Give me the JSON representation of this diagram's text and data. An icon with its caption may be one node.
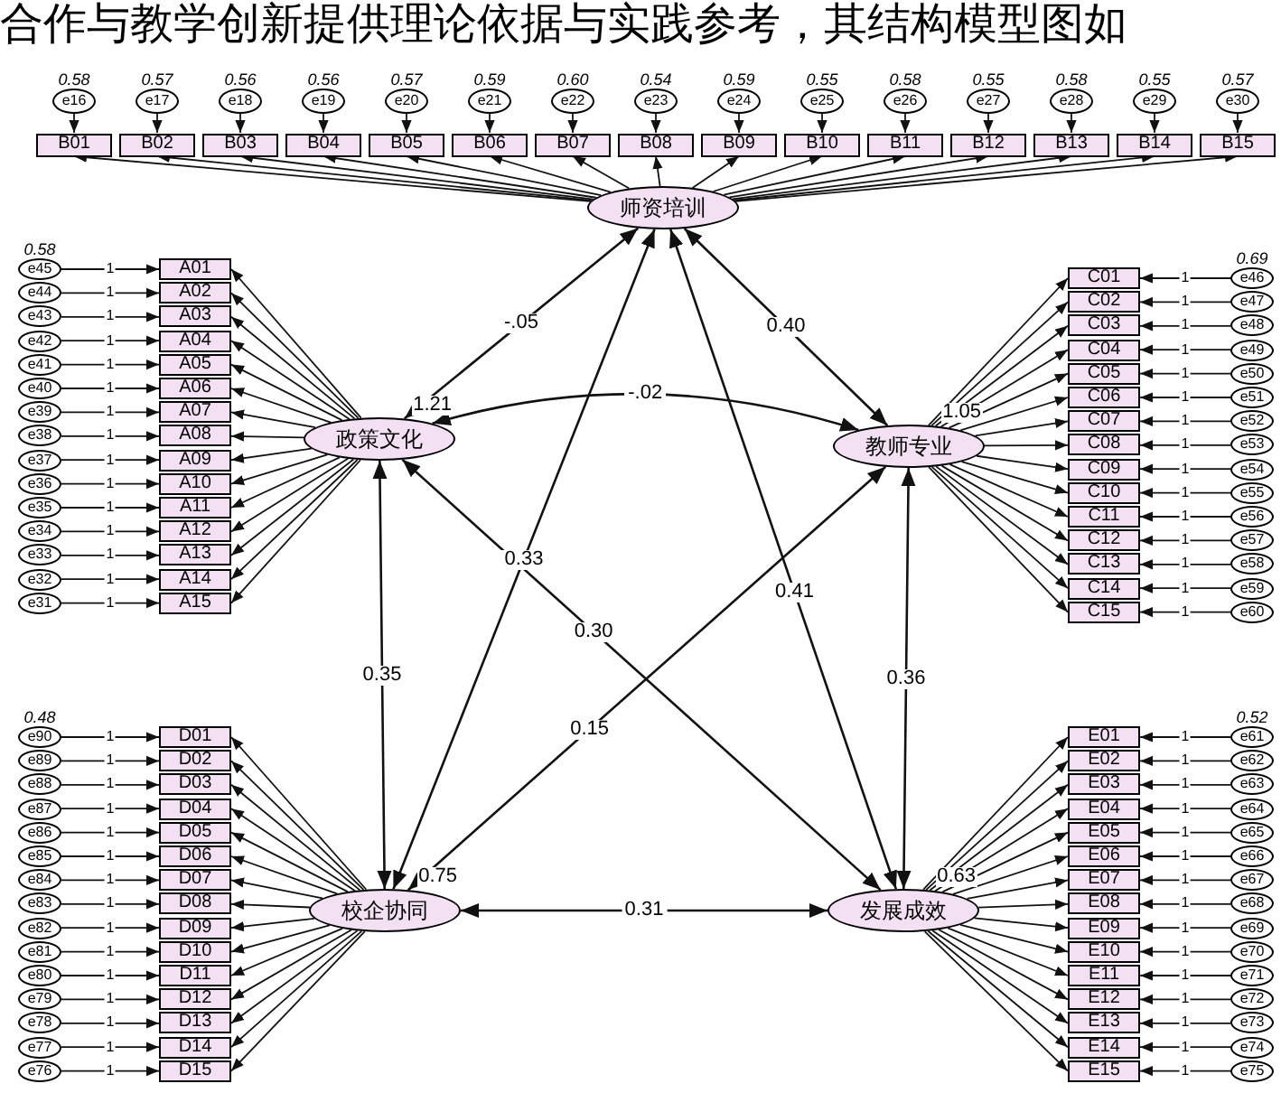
{
  "diagram": {
    "nodes": [
      {
        "text": [
          "师资培训"
        ]
      },
      {
        "text": [
          "政策文化"
        ],
        "beside": [
          "1.21"
        ]
      },
      {
        "text": [
          "教师专业"
        ],
        "beside": [
          "1.05"
        ]
      },
      {
        "text": [
          "校企协同"
        ],
        "beside": [
          "0.75"
        ]
      },
      {
        "text": [
          "发展成效"
        ],
        "beside": [
          "0.63"
        ]
      },
      {
        "text": [
          "B01"
        ]
      },
      {
        "text": [
          "B02"
        ]
      },
      {
        "text": [
          "B03"
        ]
      },
      {
        "text": [
          "B04"
        ]
      },
      {
        "text": [
          "B05"
        ]
      },
      {
        "text": [
          "B06"
        ]
      },
      {
        "text": [
          "B07"
        ]
      },
      {
        "text": [
          "B08"
        ]
      },
      {
        "text": [
          "B09"
        ]
      },
      {
        "text": [
          "B10"
        ]
      },
      {
        "text": [
          "B11"
        ]
      },
      {
        "text": [
          "B12"
        ]
      },
      {
        "text": [
          "B13"
        ]
      },
      {
        "text": [
          "B14"
        ]
      },
      {
        "text": [
          "B15"
        ]
      },
      {
        "text": [
          "e16"
        ],
        "beside": [
          "0.58"
        ]
      },
      {
        "text": [
          "e17"
        ],
        "beside": [
          "0.57"
        ]
      },
      {
        "text": [
          "e18"
        ],
        "beside": [
          "0.56"
        ]
      },
      {
        "text": [
          "e19"
        ],
        "beside": [
          "0.56"
        ]
      },
      {
        "text": [
          "e20"
        ],
        "beside": [
          "0.57"
        ]
      },
      {
        "text": [
          "e21"
        ],
        "beside": [
          "0.59"
        ]
      },
      {
        "text": [
          "e22"
        ],
        "beside": [
          "0.60"
        ]
      },
      {
        "text": [
          "e23"
        ],
        "beside": [
          "0.54"
        ]
      },
      {
        "text": [
          "e24"
        ],
        "beside": [
          "0.59"
        ]
      },
      {
        "text": [
          "e25"
        ],
        "beside": [
          "0.55"
        ]
      },
      {
        "text": [
          "e26"
        ],
        "beside": [
          "0.58"
        ]
      },
      {
        "text": [
          "e27"
        ],
        "beside": [
          "0.55"
        ]
      },
      {
        "text": [
          "e28"
        ],
        "beside": [
          "0.58"
        ]
      },
      {
        "text": [
          "e29"
        ],
        "beside": [
          "0.55"
        ]
      },
      {
        "text": [
          "e30"
        ],
        "beside": [
          "0.57"
        ]
      },
      {
        "text": [
          "A01"
        ]
      },
      {
        "text": [
          "A02"
        ]
      },
      {
        "text": [
          "A03"
        ]
      },
      {
        "text": [
          "A04"
        ]
      },
      {
        "text": [
          "A05"
        ]
      },
      {
        "text": [
          "A06"
        ]
      },
      {
        "text": [
          "A07"
        ]
      },
      {
        "text": [
          "A08"
        ]
      },
      {
        "text": [
          "A09"
        ]
      },
      {
        "text": [
          "A10"
        ]
      },
      {
        "text": [
          "A11"
        ]
      },
      {
        "text": [
          "A12"
        ]
      },
      {
        "text": [
          "A13"
        ]
      },
      {
        "text": [
          "A14"
        ]
      },
      {
        "text": [
          "A15"
        ]
      },
      {
        "text": [
          "e45"
        ],
        "beside": [
          "0.58"
        ]
      },
      {
        "text": [
          "e44"
        ]
      },
      {
        "text": [
          "e43"
        ]
      },
      {
        "text": [
          "e42"
        ]
      },
      {
        "text": [
          "e41"
        ]
      },
      {
        "text": [
          "e40"
        ]
      },
      {
        "text": [
          "e39"
        ]
      },
      {
        "text": [
          "e38"
        ]
      },
      {
        "text": [
          "e37"
        ]
      },
      {
        "text": [
          "e36"
        ]
      },
      {
        "text": [
          "e35"
        ]
      },
      {
        "text": [
          "e34"
        ]
      },
      {
        "text": [
          "e33"
        ]
      },
      {
        "text": [
          "e32"
        ]
      },
      {
        "text": [
          "e31"
        ]
      },
      {
        "text": [
          "C01"
        ]
      },
      {
        "text": [
          "C02"
        ]
      },
      {
        "text": [
          "C03"
        ]
      },
      {
        "text": [
          "C04"
        ]
      },
      {
        "text": [
          "C05"
        ]
      },
      {
        "text": [
          "C06"
        ]
      },
      {
        "text": [
          "C07"
        ]
      },
      {
        "text": [
          "C08"
        ]
      },
      {
        "text": [
          "C09"
        ]
      },
      {
        "text": [
          "C10"
        ]
      },
      {
        "text": [
          "C11"
        ]
      },
      {
        "text": [
          "C12"
        ]
      },
      {
        "text": [
          "C13"
        ]
      },
      {
        "text": [
          "C14"
        ]
      },
      {
        "text": [
          "C15"
        ]
      },
      {
        "text": [
          "e46"
        ],
        "beside": [
          "0.69"
        ]
      },
      {
        "text": [
          "e47"
        ]
      },
      {
        "text": [
          "e48"
        ]
      },
      {
        "text": [
          "e49"
        ]
      },
      {
        "text": [
          "e50"
        ]
      },
      {
        "text": [
          "e51"
        ]
      },
      {
        "text": [
          "e52"
        ]
      },
      {
        "text": [
          "e53"
        ]
      },
      {
        "text": [
          "e54"
        ]
      },
      {
        "text": [
          "e55"
        ]
      },
      {
        "text": [
          "e56"
        ]
      },
      {
        "text": [
          "e57"
        ]
      },
      {
        "text": [
          "e58"
        ]
      },
      {
        "text": [
          "e59"
        ]
      },
      {
        "text": [
          "e60"
        ]
      },
      {
        "text": [
          "D01"
        ]
      },
      {
        "text": [
          "D02"
        ]
      },
      {
        "text": [
          "D03"
        ]
      },
      {
        "text": [
          "D04"
        ]
      },
      {
        "text": [
          "D05"
        ]
      },
      {
        "text": [
          "D06"
        ]
      },
      {
        "text": [
          "D07"
        ]
      },
      {
        "text": [
          "D08"
        ]
      },
      {
        "text": [
          "D09"
        ]
      },
      {
        "text": [
          "D10"
        ]
      },
      {
        "text": [
          "D11"
        ]
      },
      {
        "text": [
          "D12"
        ]
      },
      {
        "text": [
          "D13"
        ]
      },
      {
        "text": [
          "D14"
        ]
      },
      {
        "text": [
          "D15"
        ]
      },
      {
        "text": [
          "e90"
        ],
        "beside": [
          "0.48"
        ]
      },
      {
        "text": [
          "e89"
        ]
      },
      {
        "text": [
          "e88"
        ]
      },
      {
        "text": [
          "e87"
        ]
      },
      {
        "text": [
          "e86"
        ]
      },
      {
        "text": [
          "e85"
        ]
      },
      {
        "text": [
          "e84"
        ]
      },
      {
        "text": [
          "e83"
        ]
      },
      {
        "text": [
          "e82"
        ]
      },
      {
        "text": [
          "e81"
        ]
      },
      {
        "text": [
          "e80"
        ]
      },
      {
        "text": [
          "e79"
        ]
      },
      {
        "text": [
          "e78"
        ]
      },
      {
        "text": [
          "e77"
        ]
      },
      {
        "text": [
          "e76"
        ]
      },
      {
        "text": [
          "E01"
        ]
      },
      {
        "text": [
          "E02"
        ]
      },
      {
        "text": [
          "E03"
        ]
      },
      {
        "text": [
          "E04"
        ]
      },
      {
        "text": [
          "E05"
        ]
      },
      {
        "text": [
          "E06"
        ]
      },
      {
        "text": [
          "E07"
        ]
      },
      {
        "text": [
          "E08"
        ]
      },
      {
        "text": [
          "E09"
        ]
      },
      {
        "text": [
          "E10"
        ]
      },
      {
        "text": [
          "E11"
        ]
      },
      {
        "text": [
          "E12"
        ]
      },
      {
        "text": [
          "E13"
        ]
      },
      {
        "text": [
          "E14"
        ]
      },
      {
        "text": [
          "E15"
        ]
      },
      {
        "text": [
          "e61"
        ],
        "beside": [
          "0.52"
        ]
      },
      {
        "text": [
          "e62"
        ]
      },
      {
        "text": [
          "e63"
        ]
      },
      {
        "text": [
          "e64"
        ]
      },
      {
        "text": [
          "e65"
        ]
      },
      {
        "text": [
          "e66"
        ]
      },
      {
        "text": [
          "e67"
        ]
      },
      {
        "text": [
          "e68"
        ]
      },
      {
        "text": [
          "e69"
        ]
      },
      {
        "text": [
          "e70"
        ]
      },
      {
        "text": [
          "e71"
        ]
      },
      {
        "text": [
          "e72"
        ]
      },
      {
        "text": [
          "e73"
        ]
      },
      {
        "text": [
          "e74"
        ]
      },
      {
        "text": [
          "e75"
        ]
      }
    ],
    "edges": [
      {
        "from": 0,
        "to": 1,
        "arrow": "both",
        "label": "-.05"
      },
      {
        "from": 0,
        "to": 2,
        "arrow": "both",
        "label": "0.40"
      },
      {
        "from": 0,
        "to": 3,
        "arrow": "both",
        "label": "0.33"
      },
      {
        "from": 0,
        "to": 4,
        "arrow": "both",
        "label": "0.41"
      },
      {
        "from": 1,
        "to": 2,
        "arrow": "both",
        "label": "-.02"
      },
      {
        "from": 1,
        "to": 3,
        "arrow": "both",
        "label": "0.35"
      },
      {
        "from": 1,
        "to": 4,
        "arrow": "both",
        "label": "0.30"
      },
      {
        "from": 2,
        "to": 3,
        "arrow": "both",
        "label": "0.15"
      },
      {
        "from": 2,
        "to": 4,
        "arrow": "both",
        "label": "0.36"
      },
      {
        "from": 3,
        "to": 4,
        "arrow": "both",
        "label": "0.31"
      },
      {
        "from": 0,
        "to": 5,
        "arrow": "to"
      },
      {
        "from": 0,
        "to": 6,
        "arrow": "to"
      },
      {
        "from": 0,
        "to": 7,
        "arrow": "to"
      },
      {
        "from": 0,
        "to": 8,
        "arrow": "to"
      },
      {
        "from": 0,
        "to": 9,
        "arrow": "to"
      },
      {
        "from": 0,
        "to": 10,
        "arrow": "to"
      },
      {
        "from": 0,
        "to": 11,
        "arrow": "to"
      },
      {
        "from": 0,
        "to": 12,
        "arrow": "to"
      },
      {
        "from": 0,
        "to": 13,
        "arrow": "to"
      },
      {
        "from": 0,
        "to": 14,
        "arrow": "to"
      },
      {
        "from": 0,
        "to": 15,
        "arrow": "to"
      },
      {
        "from": 0,
        "to": 16,
        "arrow": "to"
      },
      {
        "from": 0,
        "to": 17,
        "arrow": "to"
      },
      {
        "from": 0,
        "to": 18,
        "arrow": "to"
      },
      {
        "from": 0,
        "to": 19,
        "arrow": "to"
      },
      {
        "from": 1,
        "to": 35,
        "arrow": "to"
      },
      {
        "from": 1,
        "to": 36,
        "arrow": "to"
      },
      {
        "from": 1,
        "to": 37,
        "arrow": "to"
      },
      {
        "from": 1,
        "to": 38,
        "arrow": "to"
      },
      {
        "from": 1,
        "to": 39,
        "arrow": "to"
      },
      {
        "from": 1,
        "to": 40,
        "arrow": "to"
      },
      {
        "from": 1,
        "to": 41,
        "arrow": "to"
      },
      {
        "from": 1,
        "to": 42,
        "arrow": "to"
      },
      {
        "from": 1,
        "to": 43,
        "arrow": "to"
      },
      {
        "from": 1,
        "to": 44,
        "arrow": "to"
      },
      {
        "from": 1,
        "to": 45,
        "arrow": "to"
      },
      {
        "from": 1,
        "to": 46,
        "arrow": "to"
      },
      {
        "from": 1,
        "to": 47,
        "arrow": "to"
      },
      {
        "from": 1,
        "to": 48,
        "arrow": "to"
      },
      {
        "from": 1,
        "to": 49,
        "arrow": "to"
      },
      {
        "from": 2,
        "to": 65,
        "arrow": "to"
      },
      {
        "from": 2,
        "to": 66,
        "arrow": "to"
      },
      {
        "from": 2,
        "to": 67,
        "arrow": "to"
      },
      {
        "from": 2,
        "to": 68,
        "arrow": "to"
      },
      {
        "from": 2,
        "to": 69,
        "arrow": "to"
      },
      {
        "from": 2,
        "to": 70,
        "arrow": "to"
      },
      {
        "from": 2,
        "to": 71,
        "arrow": "to"
      },
      {
        "from": 2,
        "to": 72,
        "arrow": "to"
      },
      {
        "from": 2,
        "to": 73,
        "arrow": "to"
      },
      {
        "from": 2,
        "to": 74,
        "arrow": "to"
      },
      {
        "from": 2,
        "to": 75,
        "arrow": "to"
      },
      {
        "from": 2,
        "to": 76,
        "arrow": "to"
      },
      {
        "from": 2,
        "to": 77,
        "arrow": "to"
      },
      {
        "from": 2,
        "to": 78,
        "arrow": "to"
      },
      {
        "from": 2,
        "to": 79,
        "arrow": "to"
      },
      {
        "from": 3,
        "to": 95,
        "arrow": "to"
      },
      {
        "from": 3,
        "to": 96,
        "arrow": "to"
      },
      {
        "from": 3,
        "to": 97,
        "arrow": "to"
      },
      {
        "from": 3,
        "to": 98,
        "arrow": "to"
      },
      {
        "from": 3,
        "to": 99,
        "arrow": "to"
      },
      {
        "from": 3,
        "to": 100,
        "arrow": "to"
      },
      {
        "from": 3,
        "to": 101,
        "arrow": "to"
      },
      {
        "from": 3,
        "to": 102,
        "arrow": "to"
      },
      {
        "from": 3,
        "to": 103,
        "arrow": "to"
      },
      {
        "from": 3,
        "to": 104,
        "arrow": "to"
      },
      {
        "from": 3,
        "to": 105,
        "arrow": "to"
      },
      {
        "from": 3,
        "to": 106,
        "arrow": "to"
      },
      {
        "from": 3,
        "to": 107,
        "arrow": "to"
      },
      {
        "from": 3,
        "to": 108,
        "arrow": "to"
      },
      {
        "from": 3,
        "to": 109,
        "arrow": "to"
      },
      {
        "from": 4,
        "to": 125,
        "arrow": "to"
      },
      {
        "from": 4,
        "to": 126,
        "arrow": "to"
      },
      {
        "from": 4,
        "to": 127,
        "arrow": "to"
      },
      {
        "from": 4,
        "to": 128,
        "arrow": "to"
      },
      {
        "from": 4,
        "to": 129,
        "arrow": "to"
      },
      {
        "from": 4,
        "to": 130,
        "arrow": "to"
      },
      {
        "from": 4,
        "to": 131,
        "arrow": "to"
      },
      {
        "from": 4,
        "to": 132,
        "arrow": "to"
      },
      {
        "from": 4,
        "to": 133,
        "arrow": "to"
      },
      {
        "from": 4,
        "to": 134,
        "arrow": "to"
      },
      {
        "from": 4,
        "to": 135,
        "arrow": "to"
      },
      {
        "from": 4,
        "to": 136,
        "arrow": "to"
      },
      {
        "from": 4,
        "to": 137,
        "arrow": "to"
      },
      {
        "from": 4,
        "to": 138,
        "arrow": "to"
      },
      {
        "from": 4,
        "to": 139,
        "arrow": "to"
      },
      {
        "from": 20,
        "to": 5,
        "arrow": "to"
      },
      {
        "from": 21,
        "to": 6,
        "arrow": "to"
      },
      {
        "from": 22,
        "to": 7,
        "arrow": "to"
      },
      {
        "from": 23,
        "to": 8,
        "arrow": "to"
      },
      {
        "from": 24,
        "to": 9,
        "arrow": "to"
      },
      {
        "from": 25,
        "to": 10,
        "arrow": "to"
      },
      {
        "from": 26,
        "to": 11,
        "arrow": "to"
      },
      {
        "from": 27,
        "to": 12,
        "arrow": "to"
      },
      {
        "from": 28,
        "to": 13,
        "arrow": "to"
      },
      {
        "from": 29,
        "to": 14,
        "arrow": "to"
      },
      {
        "from": 30,
        "to": 15,
        "arrow": "to"
      },
      {
        "from": 31,
        "to": 16,
        "arrow": "to"
      },
      {
        "from": 32,
        "to": 17,
        "arrow": "to"
      },
      {
        "from": 33,
        "to": 18,
        "arrow": "to"
      },
      {
        "from": 34,
        "to": 19,
        "arrow": "to"
      },
      {
        "from": 50,
        "to": 35,
        "arrow": "to",
        "label": "1"
      },
      {
        "from": 51,
        "to": 36,
        "arrow": "to",
        "label": "1"
      },
      {
        "from": 52,
        "to": 37,
        "arrow": "to",
        "label": "1"
      },
      {
        "from": 53,
        "to": 38,
        "arrow": "to",
        "label": "1"
      },
      {
        "from": 54,
        "to": 39,
        "arrow": "to",
        "label": "1"
      },
      {
        "from": 55,
        "to": 40,
        "arrow": "to",
        "label": "1"
      },
      {
        "from": 56,
        "to": 41,
        "arrow": "to",
        "label": "1"
      },
      {
        "from": 57,
        "to": 42,
        "arrow": "to",
        "label": "1"
      },
      {
        "from": 58,
        "to": 43,
        "arrow": "to",
        "label": "1"
      },
      {
        "from": 59,
        "to": 44,
        "arrow": "to",
        "label": "1"
      },
      {
        "from": 60,
        "to": 45,
        "arrow": "to",
        "label": "1"
      },
      {
        "from": 61,
        "to": 46,
        "arrow": "to",
        "label": "1"
      },
      {
        "from": 62,
        "to": 47,
        "arrow": "to",
        "label": "1"
      },
      {
        "from": 63,
        "to": 48,
        "arrow": "to",
        "label": "1"
      },
      {
        "from": 64,
        "to": 49,
        "arrow": "to",
        "label": "1"
      },
      {
        "from": 80,
        "to": 65,
        "arrow": "to",
        "label": "1"
      },
      {
        "from": 81,
        "to": 66,
        "arrow": "to",
        "label": "1"
      },
      {
        "from": 82,
        "to": 67,
        "arrow": "to",
        "label": "1"
      },
      {
        "from": 83,
        "to": 68,
        "arrow": "to",
        "label": "1"
      },
      {
        "from": 84,
        "to": 69,
        "arrow": "to",
        "label": "1"
      },
      {
        "from": 85,
        "to": 70,
        "arrow": "to",
        "label": "1"
      },
      {
        "from": 86,
        "to": 71,
        "arrow": "to",
        "label": "1"
      },
      {
        "from": 87,
        "to": 72,
        "arrow": "to",
        "label": "1"
      },
      {
        "from": 88,
        "to": 73,
        "arrow": "to",
        "label": "1"
      },
      {
        "from": 89,
        "to": 74,
        "arrow": "to",
        "label": "1"
      },
      {
        "from": 90,
        "to": 75,
        "arrow": "to",
        "label": "1"
      },
      {
        "from": 91,
        "to": 76,
        "arrow": "to",
        "label": "1"
      },
      {
        "from": 92,
        "to": 77,
        "arrow": "to",
        "label": "1"
      },
      {
        "from": 93,
        "to": 78,
        "arrow": "to",
        "label": "1"
      },
      {
        "from": 94,
        "to": 79,
        "arrow": "to",
        "label": "1"
      },
      {
        "from": 110,
        "to": 95,
        "arrow": "to",
        "label": "1"
      },
      {
        "from": 111,
        "to": 96,
        "arrow": "to",
        "label": "1"
      },
      {
        "from": 112,
        "to": 97,
        "arrow": "to",
        "label": "1"
      },
      {
        "from": 113,
        "to": 98,
        "arrow": "to",
        "label": "1"
      },
      {
        "from": 114,
        "to": 99,
        "arrow": "to",
        "label": "1"
      },
      {
        "from": 115,
        "to": 100,
        "arrow": "to",
        "label": "1"
      },
      {
        "from": 116,
        "to": 101,
        "arrow": "to",
        "label": "1"
      },
      {
        "from": 117,
        "to": 102,
        "arrow": "to",
        "label": "1"
      },
      {
        "from": 118,
        "to": 103,
        "arrow": "to",
        "label": "1"
      },
      {
        "from": 119,
        "to": 104,
        "arrow": "to",
        "label": "1"
      },
      {
        "from": 120,
        "to": 105,
        "arrow": "to",
        "label": "1"
      },
      {
        "from": 121,
        "to": 106,
        "arrow": "to",
        "label": "1"
      },
      {
        "from": 122,
        "to": 107,
        "arrow": "to",
        "label": "1"
      },
      {
        "from": 123,
        "to": 108,
        "arrow": "to",
        "label": "1"
      },
      {
        "from": 124,
        "to": 109,
        "arrow": "to",
        "label": "1"
      },
      {
        "from": 140,
        "to": 125,
        "arrow": "to",
        "label": "1"
      },
      {
        "from": 141,
        "to": 126,
        "arrow": "to",
        "label": "1"
      },
      {
        "from": 142,
        "to": 127,
        "arrow": "to",
        "label": "1"
      },
      {
        "from": 143,
        "to": 128,
        "arrow": "to",
        "label": "1"
      },
      {
        "from": 144,
        "to": 129,
        "arrow": "to",
        "label": "1"
      },
      {
        "from": 145,
        "to": 130,
        "arrow": "to",
        "label": "1"
      },
      {
        "from": 146,
        "to": 131,
        "arrow": "to",
        "label": "1"
      },
      {
        "from": 147,
        "to": 132,
        "arrow": "to",
        "label": "1"
      },
      {
        "from": 148,
        "to": 133,
        "arrow": "to",
        "label": "1"
      },
      {
        "from": 149,
        "to": 134,
        "arrow": "to",
        "label": "1"
      },
      {
        "from": 150,
        "to": 135,
        "arrow": "to",
        "label": "1"
      },
      {
        "from": 151,
        "to": 136,
        "arrow": "to",
        "label": "1"
      },
      {
        "from": 152,
        "to": 137,
        "arrow": "to",
        "label": "1"
      },
      {
        "from": 153,
        "to": 138,
        "arrow": "to",
        "label": "1"
      },
      {
        "from": 154,
        "to": 139,
        "arrow": "to",
        "label": "1"
      }
    ],
    "labels": [
      "合作与教学创新提供理论依据与实践参考，其结构模型图如"
    ]
  }
}
